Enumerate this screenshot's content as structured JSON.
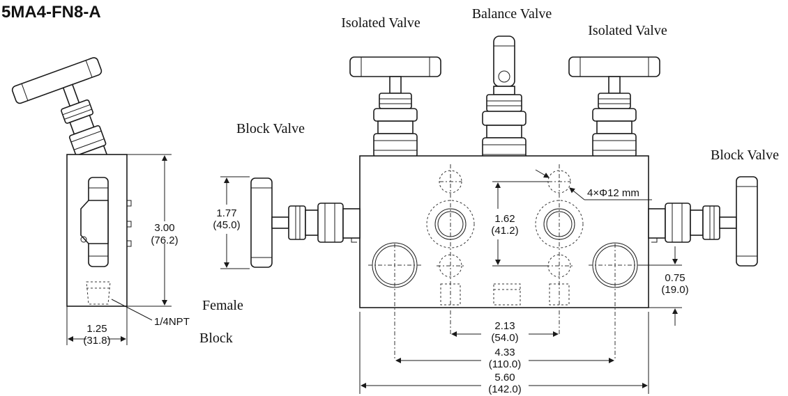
{
  "title": "5MA4-FN8-A",
  "labels": {
    "isolated_left": "Isolated Valve",
    "balance": "Balance Valve",
    "isolated_right": "Isolated Valve",
    "block_left": "Block Valve",
    "block_right": "Block Valve",
    "female": "Female",
    "block": "Block",
    "npt": "1/4NPT",
    "holes": "4×Φ12 mm"
  },
  "dimensions": {
    "height_in": "3.00",
    "height_mm": "(76.2)",
    "width_in": "1.25",
    "width_mm": "(31.8)",
    "handle_in": "1.77",
    "handle_mm": "(45.0)",
    "vspacing_in": "1.62",
    "vspacing_mm": "(41.2)",
    "offset_in": "0.75",
    "offset_mm": "(19.0)",
    "inner_in": "2.13",
    "inner_mm": "(54.0)",
    "middle_in": "4.33",
    "middle_mm": "(110.0)",
    "overall_in": "5.60",
    "overall_mm": "(142.0)"
  }
}
